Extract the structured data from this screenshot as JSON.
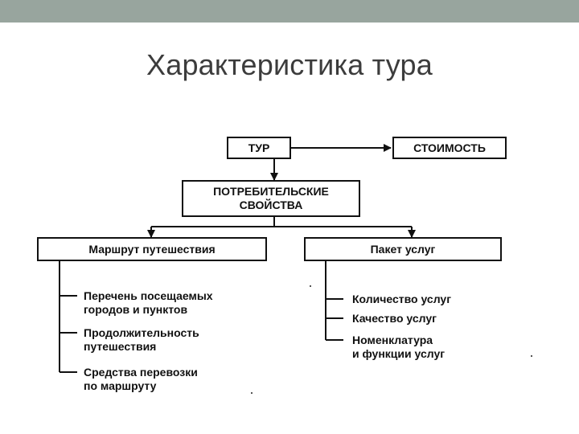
{
  "slide": {
    "title": "Характеристика тура"
  },
  "diagram": {
    "tour": "ТУР",
    "cost": "СТОИМОСТЬ",
    "consumer_properties": [
      "ПОТРЕБИТЕЛЬСКИЕ",
      "СВОЙСТВА"
    ],
    "route": {
      "label": "Маршрут путешествия",
      "items": [
        [
          "Перечень посещаемых",
          "городов и пунктов"
        ],
        [
          "Продолжительность",
          "путешествия"
        ],
        [
          "Средства перевозки",
          "по маршруту"
        ]
      ]
    },
    "services": {
      "label": "Пакет услуг",
      "items": [
        [
          "Количество услуг"
        ],
        [
          "Качество услуг"
        ],
        [
          "Номенклатура",
          "и функции услуг"
        ]
      ]
    }
  }
}
